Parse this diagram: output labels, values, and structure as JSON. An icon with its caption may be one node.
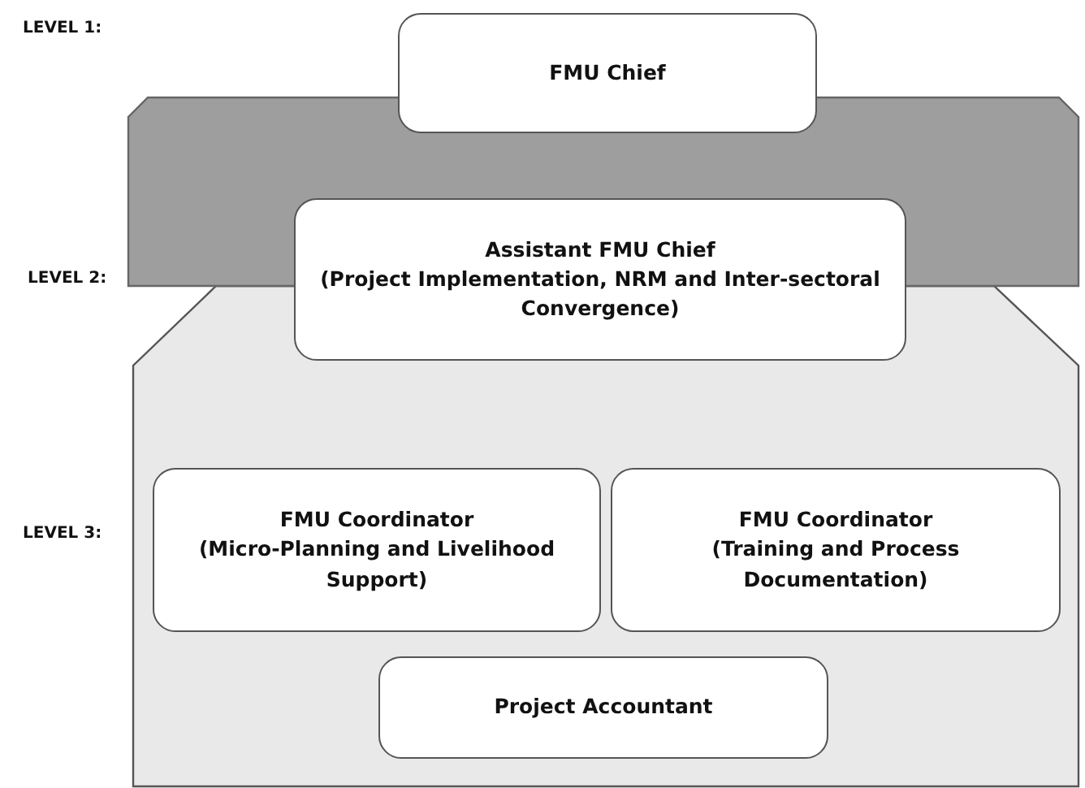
{
  "diagram": {
    "nodes": [
      {
        "text": [
          "FMU Chief"
        ]
      },
      {
        "text": [
          "Assistant FMU Chief",
          "(Project Implementation, NRM and Inter-sectoral Convergence)"
        ]
      },
      {
        "text": [
          "FMU Coordinator",
          "(Micro-Planning and Livelihood Support)"
        ]
      },
      {
        "text": [
          "FMU Coordinator",
          "(Training and Process Documentation)"
        ]
      },
      {
        "text": [
          "Project Accountant"
        ]
      }
    ],
    "edges": [],
    "labels": [
      "LEVEL 1:",
      "LEVEL 2:",
      "LEVEL 3:"
    ]
  }
}
